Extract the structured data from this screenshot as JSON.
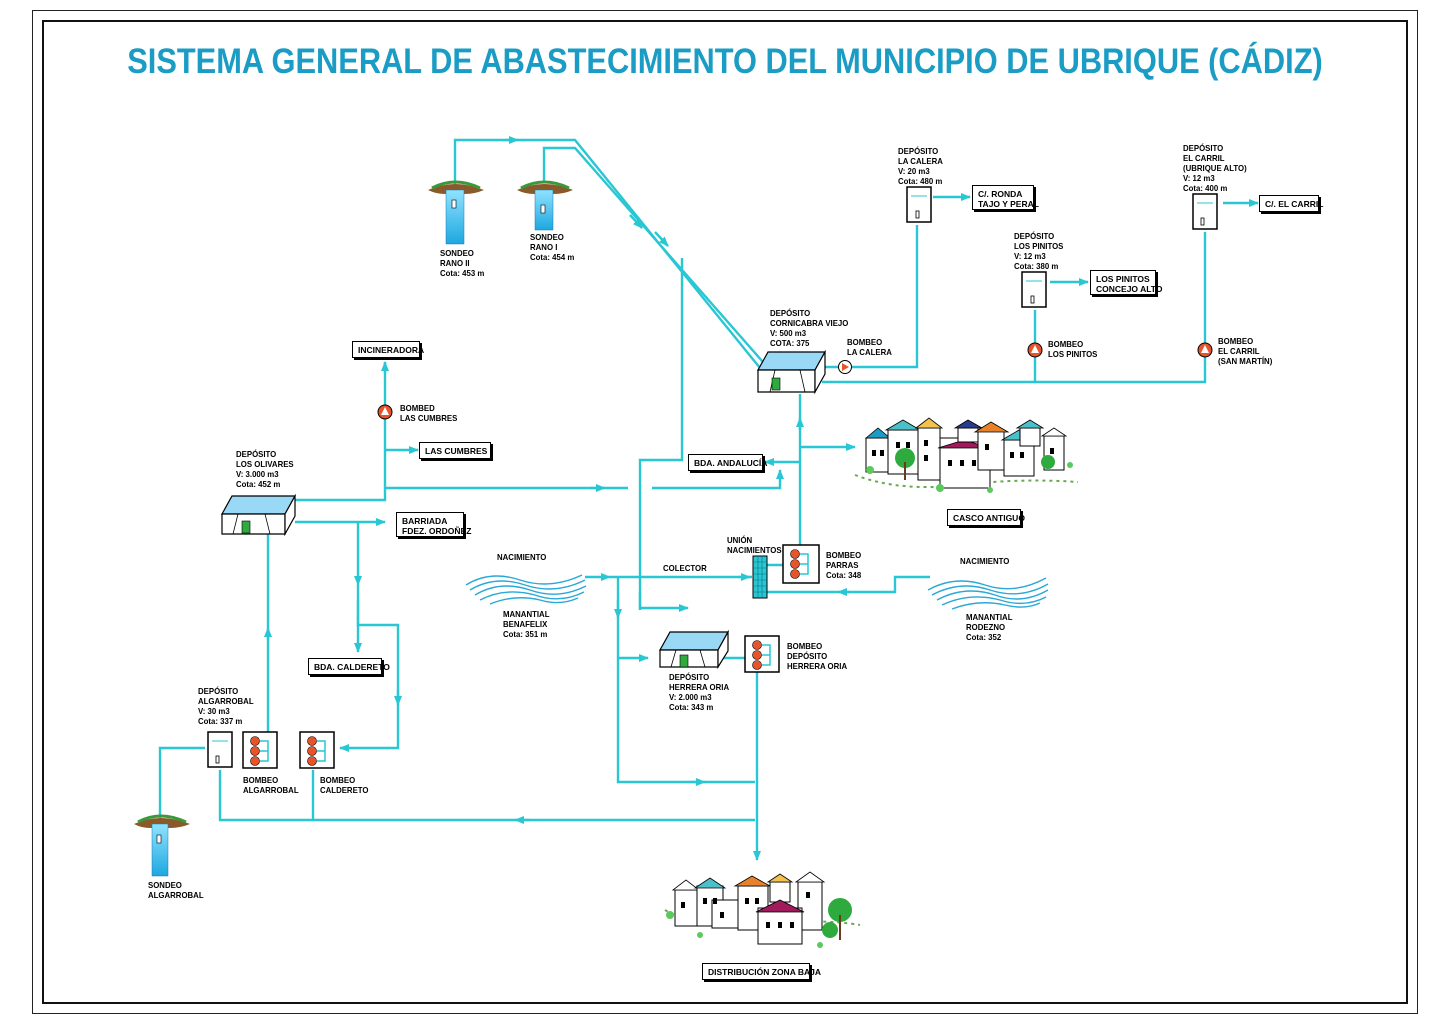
{
  "title": "SISTEMA GENERAL DE ABASTECIMIENTO DEL MUNICIPIO DE UBRIQUE (CÁDIZ)",
  "colors": {
    "pipe": "#29c7d3",
    "title": "#1a9cc4",
    "pump": "#e8542a",
    "water": "#40c4ee"
  },
  "sources": {
    "rano2": "SONDEO\nRANO II\nCota: 453 m",
    "rano1": "SONDEO\nRANO I\nCota: 454 m",
    "algarrobal": "SONDEO\nALGARROBAL",
    "benafelix_head": "NACIMIENTO",
    "benafelix": "MANANTIAL\nBENAFELIX\nCota: 351 m",
    "rodezno_head": "NACIMIENTO",
    "rodezno": "MANANTIAL\nRODEZNO\nCota: 352"
  },
  "deposits": {
    "la_calera": "DEPÓSITO\nLA CALERA\nV: 20 m3\nCota: 480 m",
    "el_carril": "DEPÓSITO\nEL CARRIL\n(UBRIQUE ALTO)\nV: 12 m3\nCota: 400 m",
    "los_pinitos": "DEPÓSITO\nLOS PINITOS\nV: 12 m3\nCota: 380 m",
    "cornicabra": "DEPÓSITO\nCORNICABRA VIEJO\nV: 500 m3\nCOTA: 375",
    "los_olivares": "DEPÓSITO\nLOS OLIVARES\nV: 3.000 m3\nCota: 452 m",
    "algarrobal": "DEPÓSITO\nALGARROBAL\nV: 30 m3\nCota: 337 m",
    "herrera_oria": "DEPÓSITO\nHERRERA ORIA\nV: 2.000 m3\nCota: 343 m"
  },
  "pumps": {
    "la_calera": "BOMBEO\nLA CALERA",
    "los_pinitos": "BOMBEO\nLOS PINITOS",
    "el_carril": "BOMBEO\nEL CARRIL\n(SAN MARTÍN)",
    "las_cumbres": "BOMBED\nLAS CUMBRES",
    "parras": "BOMBEO\nPARRAS\nCota: 348",
    "herrera_oria": "BOMBEO\nDEPÓSITO\nHERRERA ORIA",
    "algarrobal": "BOMBEO\nALGARROBAL",
    "caldereto": "BOMBEO\nCALDERETO"
  },
  "misc": {
    "union": "UNIÓN\nNACIMIENTOS",
    "colector": "COLECTOR"
  },
  "boxes": {
    "ronda": "C/. RONDA\nTAJO Y PERAL",
    "el_carril": "C/. EL CARRIL",
    "pinitos_concejo": "LOS PINITOS\nCONCEJO ALTO",
    "incineradora": "INCINERADORA",
    "las_cumbres": "LAS CUMBRES",
    "bda_andalucia": "BDA. ANDALUCÍA",
    "casco_antiguo": "CASCO ANTIGUO",
    "fdez_ordonez": "BARRIADA\nFDEZ. ORDOÑEZ",
    "bda_caldereto": "BDA. CALDERETO",
    "zona_baja": "DISTRIBUCIÓN ZONA BAJA"
  }
}
